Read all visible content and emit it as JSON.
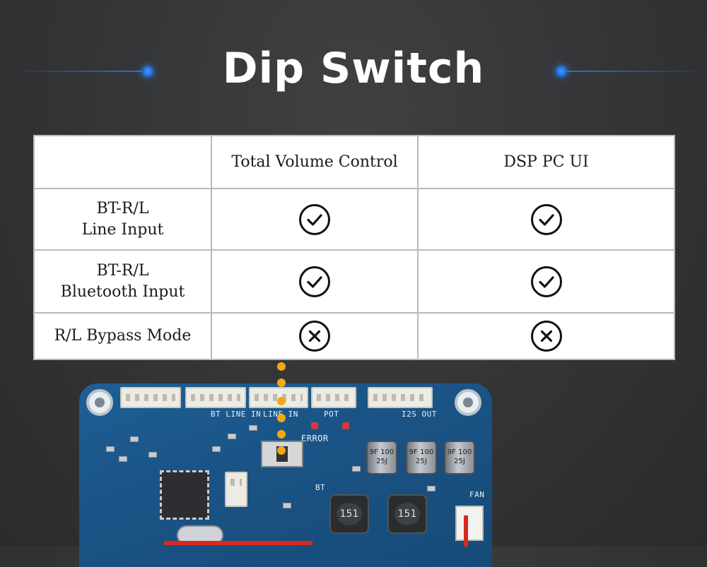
{
  "title": "Dip Switch",
  "table": {
    "headers": [
      "",
      "Total Volume Control",
      "DSP PC UI"
    ],
    "rows": [
      {
        "label": "BT-R/L\nLine  Input",
        "values": [
          "check",
          "check"
        ]
      },
      {
        "label": "BT-R/L\nBluetooth Input",
        "values": [
          "check",
          "check"
        ]
      },
      {
        "label": "R/L Bypass Mode",
        "values": [
          "cross",
          "cross"
        ]
      }
    ]
  },
  "board": {
    "silkscreen": {
      "bt_line_in": "BT LINE IN",
      "line_in": "LINE IN",
      "pot": "POT",
      "i2s_out": "I2S OUT",
      "error": "ERROR",
      "bt": "BT",
      "fan": "FAN",
      "inductor_a": "151",
      "inductor_b": "151",
      "cap_a": "9F\n100\n25J",
      "cap_b": "9F\n100\n25J",
      "cap_c": "9F\n100\n25J"
    }
  },
  "colors": {
    "accent_blue": "#2d74d6",
    "pcb_blue": "#1a5486",
    "indicator_orange": "#f4a814",
    "check_icon": "#111111"
  }
}
